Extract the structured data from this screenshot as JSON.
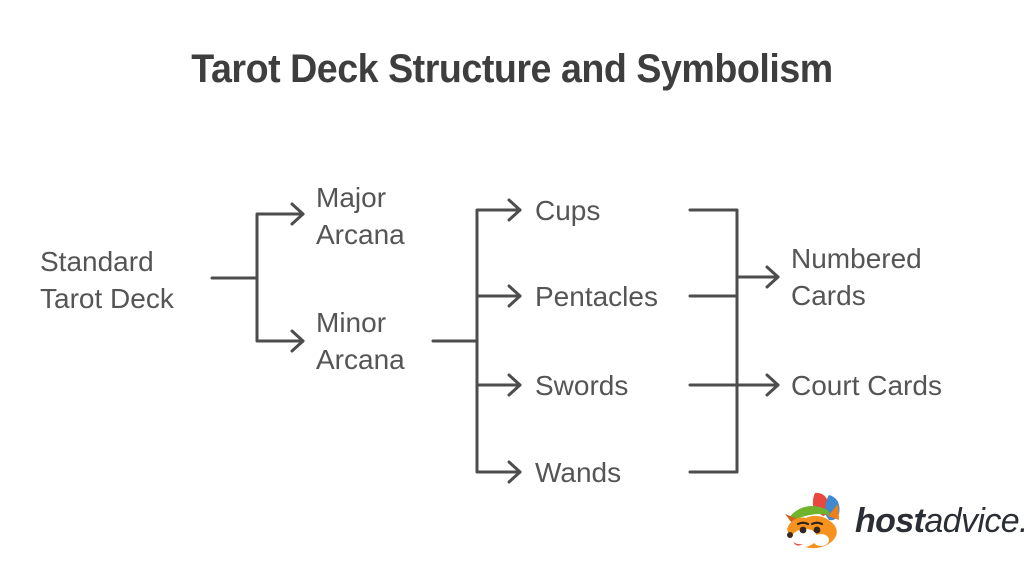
{
  "title": "Tarot Deck Structure and Symbolism",
  "nodes": {
    "standard_tarot_deck": "Standard Tarot Deck",
    "major_arcana": "Major Arcana",
    "minor_arcana": "Minor Arcana",
    "cups": "Cups",
    "pentacles": "Pentacles",
    "swords": "Swords",
    "wands": "Wands",
    "numbered_cards": "Numbered Cards",
    "court_cards": "Court Cards"
  },
  "edges": [
    {
      "from": "Standard Tarot Deck",
      "to": "Major Arcana"
    },
    {
      "from": "Standard Tarot Deck",
      "to": "Minor Arcana"
    },
    {
      "from": "Minor Arcana",
      "to": "Cups"
    },
    {
      "from": "Minor Arcana",
      "to": "Pentacles"
    },
    {
      "from": "Minor Arcana",
      "to": "Swords"
    },
    {
      "from": "Minor Arcana",
      "to": "Wands"
    },
    {
      "from": [
        "Cups",
        "Pentacles",
        "Swords",
        "Wands"
      ],
      "to": "Numbered Cards"
    },
    {
      "from": [
        "Cups",
        "Pentacles",
        "Swords",
        "Wands"
      ],
      "to": "Court Cards"
    }
  ],
  "logo": {
    "icon": "fox-mascot-icon",
    "text_bold": "host",
    "text_regular": "advice."
  },
  "colors": {
    "background": "#ffffff",
    "title_text": "#3e3e3e",
    "node_text": "#555555",
    "connector_line": "#4d4d4d",
    "logo_text": "#2b2e35",
    "fox_orange": "#f6921e",
    "fox_green_hat": "#70b32d",
    "fox_red_feather": "#e8483d",
    "fox_blue_feather": "#4089cf"
  }
}
